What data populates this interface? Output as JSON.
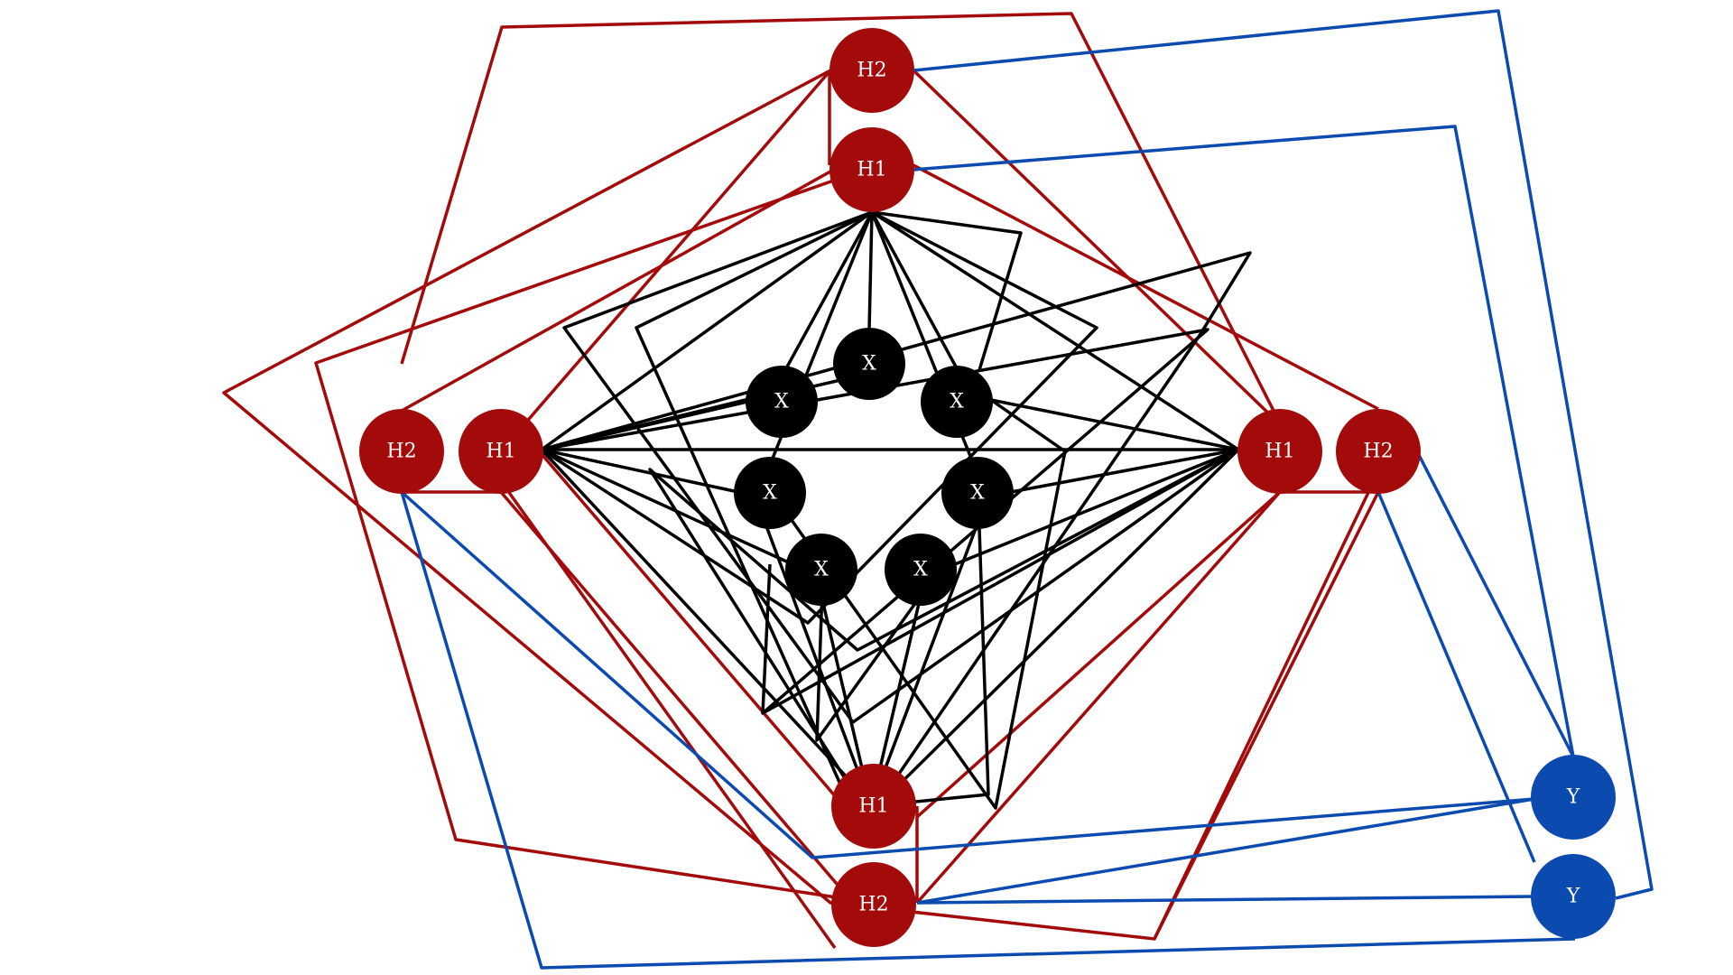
{
  "colors": {
    "background": "#ffffff",
    "input": "#000000",
    "hidden": "#a30b0b",
    "output": "#0b4bb0"
  },
  "nodes": {
    "x1": {
      "label": "X",
      "type": "input"
    },
    "x2": {
      "label": "X",
      "type": "input"
    },
    "x3": {
      "label": "X",
      "type": "input"
    },
    "x4": {
      "label": "X",
      "type": "input"
    },
    "x5": {
      "label": "X",
      "type": "input"
    },
    "x6": {
      "label": "X",
      "type": "input"
    },
    "x7": {
      "label": "X",
      "type": "input"
    },
    "h1_top": {
      "label": "H1",
      "type": "hidden"
    },
    "h2_top": {
      "label": "H2",
      "type": "hidden"
    },
    "h1_left": {
      "label": "H1",
      "type": "hidden"
    },
    "h2_left": {
      "label": "H2",
      "type": "hidden"
    },
    "h1_right": {
      "label": "H1",
      "type": "hidden"
    },
    "h2_right": {
      "label": "H2",
      "type": "hidden"
    },
    "h1_bottom": {
      "label": "H1",
      "type": "hidden"
    },
    "h2_bottom": {
      "label": "H2",
      "type": "hidden"
    },
    "y1": {
      "label": "Y",
      "type": "output"
    },
    "y2": {
      "label": "Y",
      "type": "output"
    }
  }
}
